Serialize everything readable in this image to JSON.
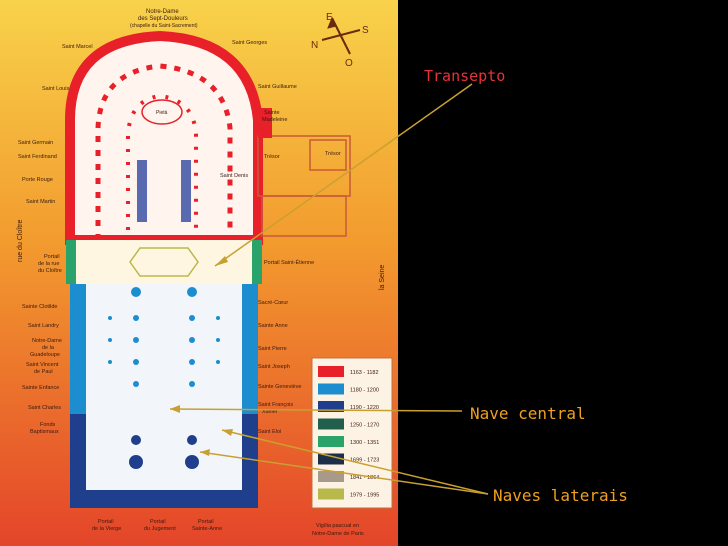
{
  "labels": {
    "transepto": "Transepto",
    "nave_central": "Nave central",
    "naves_laterais": "Naves laterais"
  },
  "compass": {
    "n": "N",
    "e": "E",
    "s": "S",
    "o": "O"
  },
  "plan": {
    "top_title_1": "Notre-Dame",
    "top_title_2": "des Sept-Douleurs",
    "top_title_3": "(chapelle du Saint-Sacrement)",
    "saint_marcel": "Saint Marcel",
    "saint_georges": "Saint Georges",
    "saint_louis": "Saint Louis",
    "saint_guillaume": "Saint Guillaume",
    "pieta": "Pietà",
    "sainte_madeleine_1": "Sainte",
    "sainte_madeleine_2": "Madeleine",
    "saint_germain": "Saint Germain",
    "saint_ferdinand": "Saint Ferdinand",
    "porte_rouge": "Porte Rouge",
    "saint_martin": "Saint Martin",
    "saint_denis": "Saint Denis",
    "tresor_1": "Trésor",
    "tresor_2": "Trésor",
    "rue_du_cloitre": "rue du Cloître",
    "la_seine": "la Seine",
    "portail_cloitre_1": "Portail",
    "portail_cloitre_2": "de la rue",
    "portail_cloitre_3": "du Cloître",
    "portail_saint_etienne": "Portail Saint-Étienne",
    "sainte_clotilde": "Sainte Clotilde",
    "sacre_coeur": "Sacré-Cœur",
    "saint_landry": "Saint Landry",
    "sainte_anne": "Sainte Anne",
    "nd_guadeloupe_1": "Notre-Dame",
    "nd_guadeloupe_2": "de la",
    "nd_guadeloupe_3": "Guadeloupe",
    "saint_pierre": "Saint Pierre",
    "saint_vincent_1": "Saint Vincent",
    "saint_vincent_2": "de Paul",
    "saint_joseph": "Saint Joseph",
    "sainte_enfance": "Sainte Enfance",
    "sainte_genevieve": "Sainte Geneviève",
    "saint_charles": "Saint Charles",
    "saint_francois_1": "Saint François",
    "saint_francois_2": "Xavier",
    "fonds_baptismaux_1": "Fonds",
    "fonds_baptismaux_2": "Baptismaux",
    "saint_eloi": "Saint Eloi",
    "portail_vierge_1": "Portail",
    "portail_vierge_2": "de la Vierge",
    "portail_jugement_1": "Portail",
    "portail_jugement_2": "du Jugement",
    "portail_anne_1": "Portail",
    "portail_anne_2": "Sainte-Anne",
    "vigilia_1": "Vigília pascual en",
    "vigilia_2": "Notre-Dame de Paris"
  },
  "legend": [
    {
      "period": "1163 - 1182",
      "color": "#e8202a"
    },
    {
      "period": "1180 - 1200",
      "color": "#1c8ed0"
    },
    {
      "period": "1190 - 1220",
      "color": "#1f3f8c"
    },
    {
      "period": "1250 - 1270",
      "color": "#1f5f4c"
    },
    {
      "period": "1300 - 1351",
      "color": "#2aa36a"
    },
    {
      "period": "1699 - 1723",
      "color": "#1c2f48"
    },
    {
      "period": "1841 - 1864",
      "color": "#a89a8a"
    },
    {
      "period": "1979 - 1995",
      "color": "#b9b84a"
    }
  ]
}
